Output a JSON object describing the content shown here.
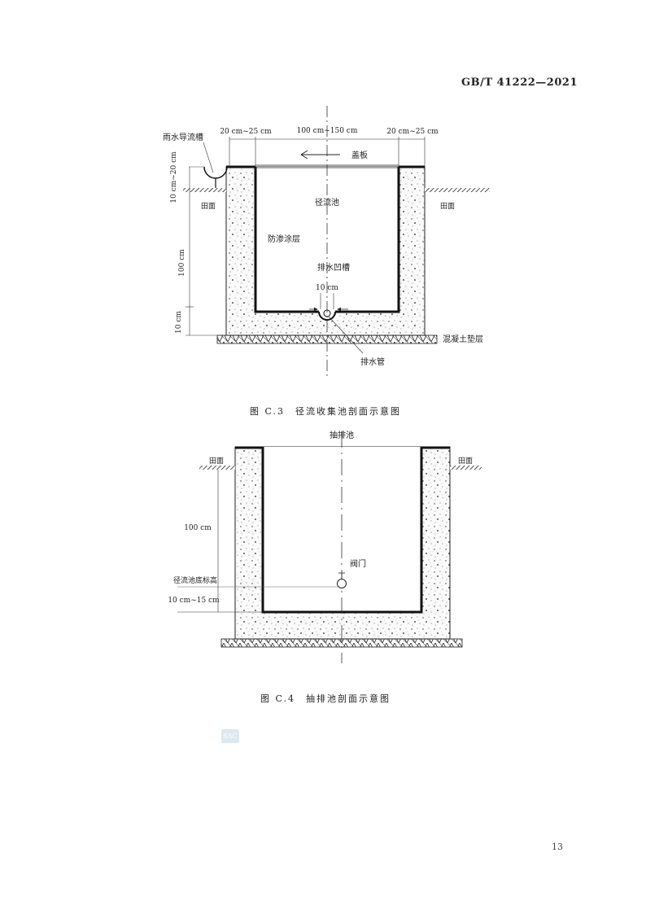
{
  "header": {
    "standard": "GB/T 41222—2021"
  },
  "figure_c3": {
    "caption": "图 C.3　径流收集池剖面示意图",
    "labels": {
      "gutter": "雨水导流槽",
      "dim_left": "20 cm~25 cm",
      "dim_mid": "100 cm~150 cm",
      "dim_right": "20 cm~25 cm",
      "gutter_height": "10 cm~20 cm",
      "cover": "盖板",
      "field_left": "田面",
      "field_right": "田面",
      "pool": "径流池",
      "coating": "防渗涂层",
      "groove": "排水凹槽",
      "groove_width": "10 cm",
      "depth": "100 cm",
      "base_thickness": "10 cm",
      "cushion": "混凝土垫层",
      "pipe": "排水管"
    }
  },
  "figure_c4": {
    "caption": "图 C.4　抽排池剖面示意图",
    "labels": {
      "pool": "抽排池",
      "field_left": "田面",
      "field_right": "田面",
      "depth": "100 cm",
      "bottom_elev": "径流池底标高",
      "offset": "10 cm~15 cm",
      "valve": "阀门"
    }
  },
  "watermark": "SAC",
  "page_number": "13"
}
